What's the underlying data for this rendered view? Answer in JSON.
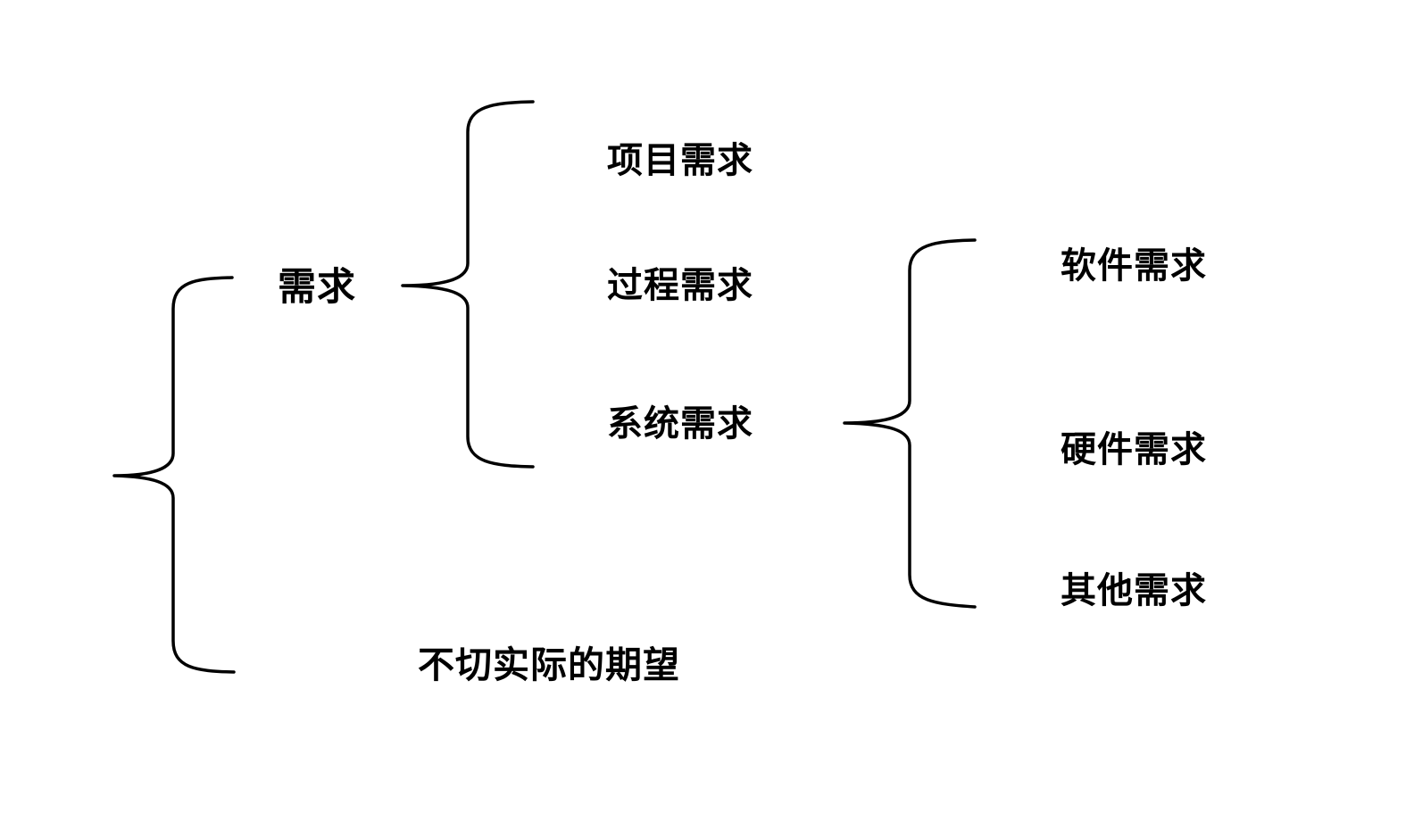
{
  "diagram": {
    "type": "brace-map",
    "colors": {
      "line": "#000000",
      "text": "#000000",
      "background": "#ffffff"
    },
    "root_group": {
      "requirement": {
        "label": "需求",
        "children": {
          "project": {
            "label": "项目需求"
          },
          "process": {
            "label": "过程需求"
          },
          "system": {
            "label": "系统需求",
            "children": {
              "software": {
                "label": "软件需求"
              },
              "hardware": {
                "label": "硬件需求"
              },
              "other": {
                "label": "其他需求"
              }
            }
          }
        }
      },
      "unrealistic": {
        "label": "不切实际的期望"
      }
    }
  }
}
